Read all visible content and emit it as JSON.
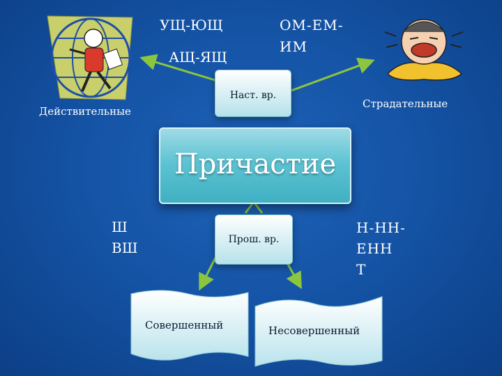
{
  "diagram": {
    "center": {
      "label": "Причастие"
    },
    "present_tense": {
      "label": "Наст. вр."
    },
    "past_tense": {
      "label": "Прош. вр."
    },
    "active": {
      "label": "Действительные",
      "suffix_line1": "УЩ-ЮЩ",
      "suffix_line2": "АЩ-ЯЩ"
    },
    "passive": {
      "label": "Страдательные",
      "suffix_line1": "ОМ-ЕМ-",
      "suffix_line2": "ИМ"
    },
    "past_active_suffixes": {
      "line1": "Ш",
      "line2": "ВШ"
    },
    "past_passive_suffixes": {
      "line1": "Н-НН-",
      "line2": "ЕНН",
      "line3": "Т"
    },
    "perfective": {
      "label": "Совершенный"
    },
    "imperfective": {
      "label": "Несовершенный"
    }
  },
  "colors": {
    "background": "#1554a6",
    "arrow": "#8cc63f",
    "box_fill": "#b6e2ea",
    "center_fill": "#5ec3d3"
  }
}
